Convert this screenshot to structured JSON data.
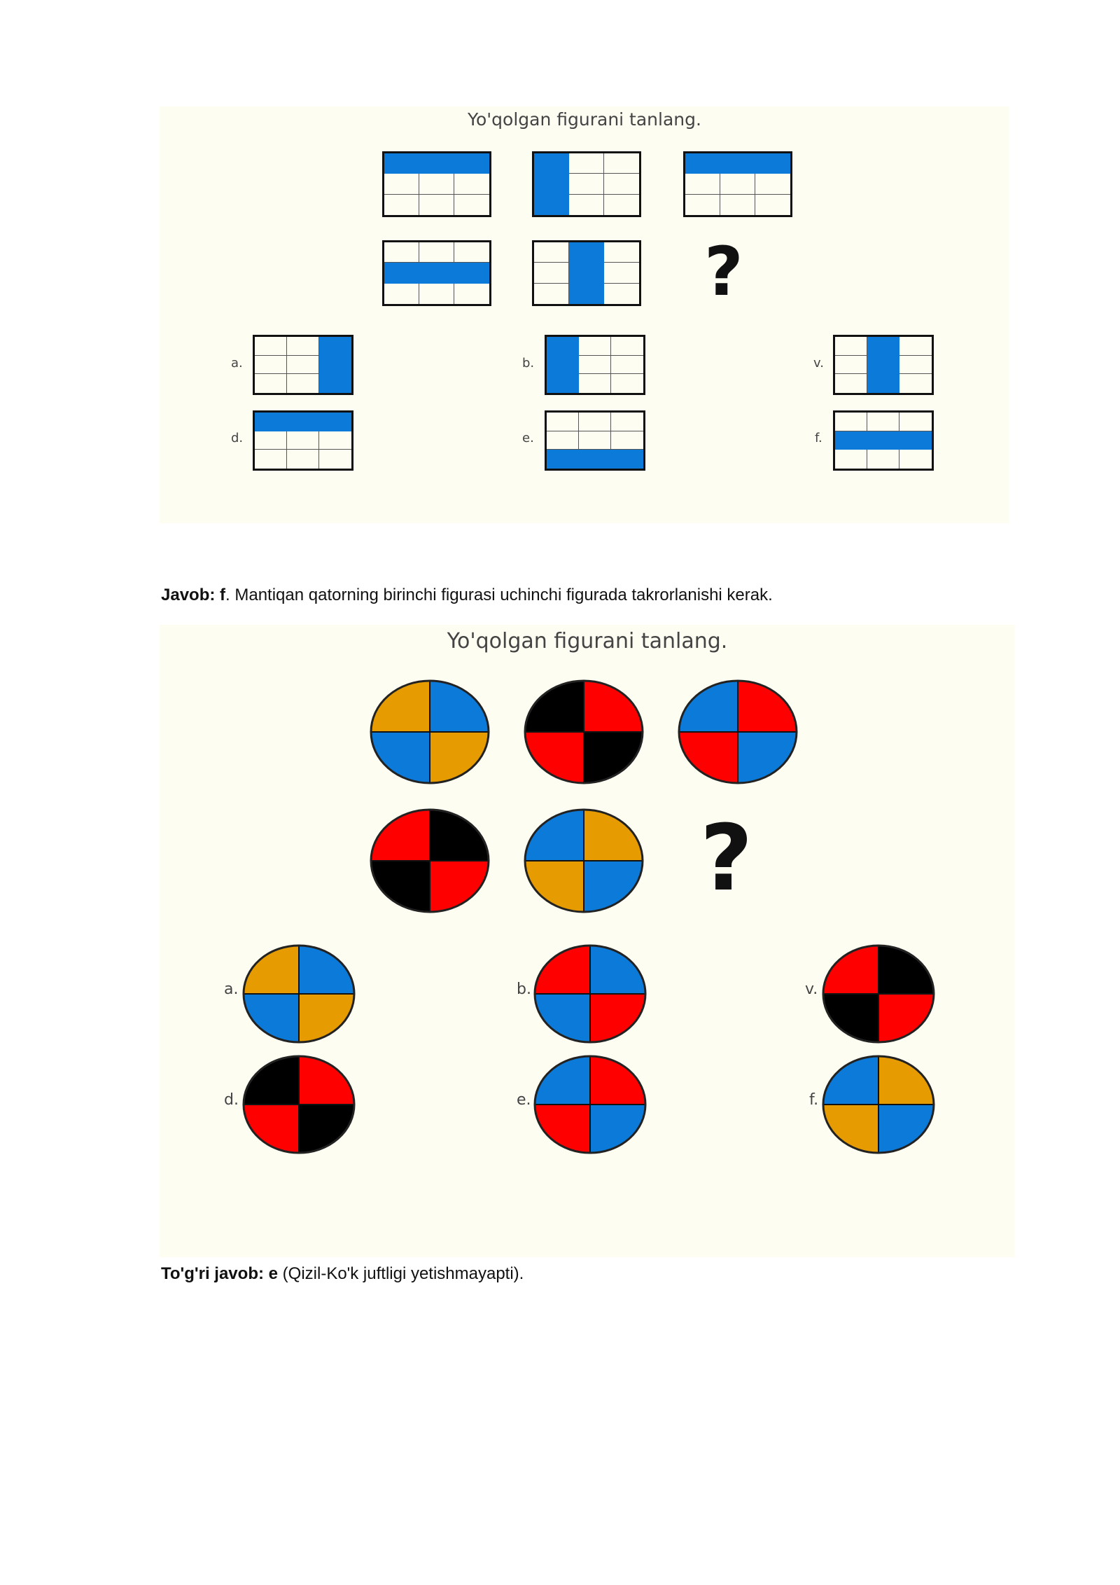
{
  "puzzle1": {
    "title": "Yo'qolgan figurani tanlang.",
    "question_mark": "?",
    "option_labels": [
      "a.",
      "b.",
      "v.",
      "d.",
      "e.",
      "f."
    ]
  },
  "answer1": {
    "label": "Javob:",
    "letter": "f",
    "text": ". Mantiqan qatorning birinchi figurasi uchinchi figurada takrorlanishi kerak."
  },
  "puzzle2": {
    "title": "Yo'qolgan figurani tanlang.",
    "question_mark": "?",
    "option_labels": [
      "a.",
      "b.",
      "v.",
      "d.",
      "e.",
      "f."
    ]
  },
  "answer2": {
    "label": "To'g'ri javob:",
    "letter": "e",
    "text": " (Qizil-Ko'k juftligi yetishmayapti)."
  },
  "colors": {
    "blue": "#0b7ad9",
    "orange": "#e69c00",
    "red": "#ff0000",
    "black": "#000000",
    "panel": "#fefdf2"
  }
}
